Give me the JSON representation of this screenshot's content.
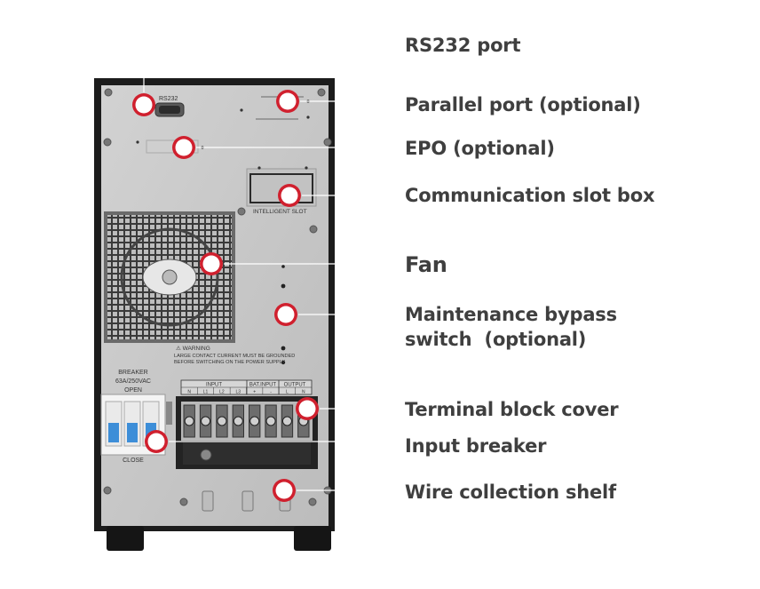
{
  "panel_labels": {
    "rs232": "RS232",
    "intelligent_slot": "INTELLIGENT SLOT",
    "warning_title": "⚠ WARNING",
    "warning_line1": "LARGE CONTACT CURRENT MUST BE GROUNDED",
    "warning_line2": "BEFORE SWITCHING ON THE POWER SUPPLY",
    "breaker_title": "BREAKER",
    "breaker_rating": "63A/250VAC",
    "breaker_open": "OPEN",
    "breaker_close": "CLOSE",
    "terminal_input": "INPUT",
    "terminal_bat_input": "BAT.INPUT",
    "terminal_output": "OUTPUT",
    "terminal_cols": [
      "N",
      "L1",
      "L2",
      "L3",
      "+",
      "-",
      "L",
      "N"
    ]
  },
  "callouts": [
    {
      "id": "rs232",
      "label": "RS232 port"
    },
    {
      "id": "parallel",
      "label": "Parallel port (optional)"
    },
    {
      "id": "epo",
      "label": "EPO (optional)"
    },
    {
      "id": "comm",
      "label": "Communication slot box"
    },
    {
      "id": "fan",
      "label": "Fan"
    },
    {
      "id": "bypass",
      "label": "Maintenance bypass",
      "label2": "switch  (optional)"
    },
    {
      "id": "terminal",
      "label": "Terminal block cover"
    },
    {
      "id": "breaker",
      "label": "Input breaker"
    },
    {
      "id": "shelf",
      "label": "Wire collection shelf"
    }
  ],
  "colors": {
    "marker_ring": "#d0202e",
    "cabinet": "#1c1c1c",
    "panel": "#c9c9c9",
    "label_text": "#3f3f3f"
  }
}
